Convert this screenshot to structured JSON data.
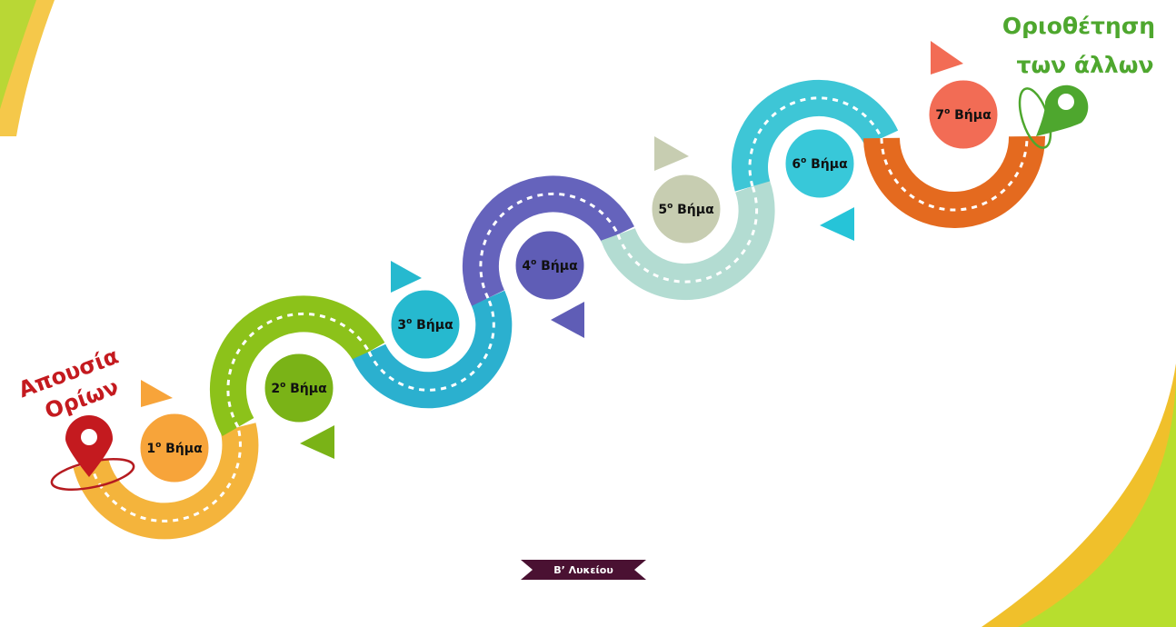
{
  "start": {
    "line1": "Απουσία",
    "line2": "Ορίων",
    "color": "#c41a1f"
  },
  "end": {
    "line1": "Οριοθέτηση",
    "line2": "των άλλων",
    "color": "#4ea72e"
  },
  "steps": [
    {
      "number": "1",
      "sup": "ο",
      "text": " Βήμα",
      "color": "#f7a43a",
      "road": "#f4b43c"
    },
    {
      "number": "2",
      "sup": "ο",
      "text": " Βήμα",
      "color": "#7ab317",
      "road": "#8cc21a"
    },
    {
      "number": "3",
      "sup": "ο",
      "text": " Βήμα",
      "color": "#26b9cf",
      "road": "#2bb0cf"
    },
    {
      "number": "4",
      "sup": "ο",
      "text": " Βήμα",
      "color": "#5f5db6",
      "road": "#6563bc"
    },
    {
      "number": "5",
      "sup": "ο",
      "text": " Βήμα",
      "color": "#c7cdb1",
      "road": "#b3dcd2"
    },
    {
      "number": "6",
      "sup": "ο",
      "text": " Βήμα",
      "color": "#38c8d9",
      "road": "#3ec6d6"
    },
    {
      "number": "7",
      "sup": "ο",
      "text": " Βήμα",
      "color": "#f26c55",
      "road": "#e46a1f"
    }
  ],
  "footer": {
    "label": "Β’ Λυκείου",
    "color": "#4a1132"
  },
  "decor": {
    "left_stripe": "#f5c84a",
    "left_stripe2": "#b9d735",
    "right_shape": "#b7de2e",
    "right_shape2": "#f0c02b"
  }
}
